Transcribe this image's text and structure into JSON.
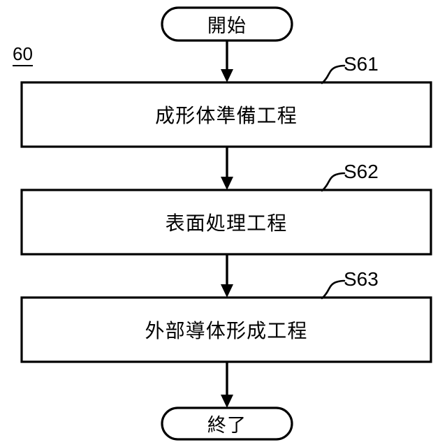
{
  "diagram": {
    "type": "flowchart",
    "orientation": "vertical",
    "figure_number": "60",
    "stroke_color": "#000000",
    "background_color": "#ffffff",
    "nodes": [
      {
        "id": "start",
        "shape": "terminator",
        "label": "開始",
        "step_ref": ""
      },
      {
        "id": "s61",
        "shape": "process",
        "label": "成形体準備工程",
        "step_ref": "S61"
      },
      {
        "id": "s62",
        "shape": "process",
        "label": "表面処理工程",
        "step_ref": "S62"
      },
      {
        "id": "s63",
        "shape": "process",
        "label": "外部導体形成工程",
        "step_ref": "S63"
      },
      {
        "id": "end",
        "shape": "terminator",
        "label": "終了",
        "step_ref": ""
      }
    ],
    "edges": [
      {
        "from": "start",
        "to": "s61",
        "arrow": "filled-triangle"
      },
      {
        "from": "s61",
        "to": "s62",
        "arrow": "filled-triangle"
      },
      {
        "from": "s62",
        "to": "s63",
        "arrow": "filled-triangle"
      },
      {
        "from": "s63",
        "to": "end",
        "arrow": "filled-triangle"
      }
    ]
  }
}
